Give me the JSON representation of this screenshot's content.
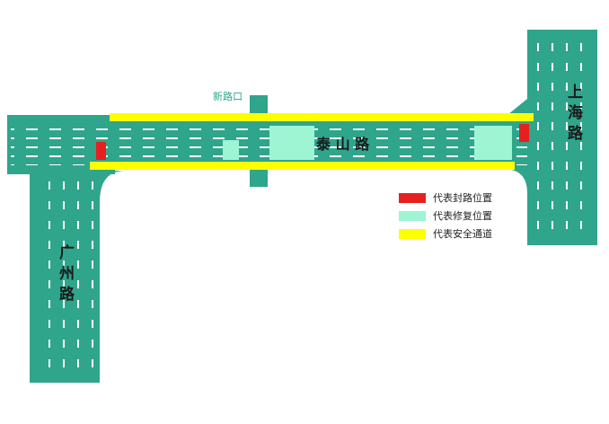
{
  "colors": {
    "road": "#2fa58c",
    "road_marking": "#ffffff",
    "blocked": "#e62020",
    "repair": "#9ef5d4",
    "safe_channel": "#ffff00"
  },
  "roads": {
    "taishan": "泰 山 路",
    "shanghai": "上海路",
    "guangzhou": "广州路",
    "new_junction": "新路口"
  },
  "legend": {
    "blocked_label": "代表封路位置",
    "repair_label": "代表修复位置",
    "safe_label": "代表安全通道"
  }
}
